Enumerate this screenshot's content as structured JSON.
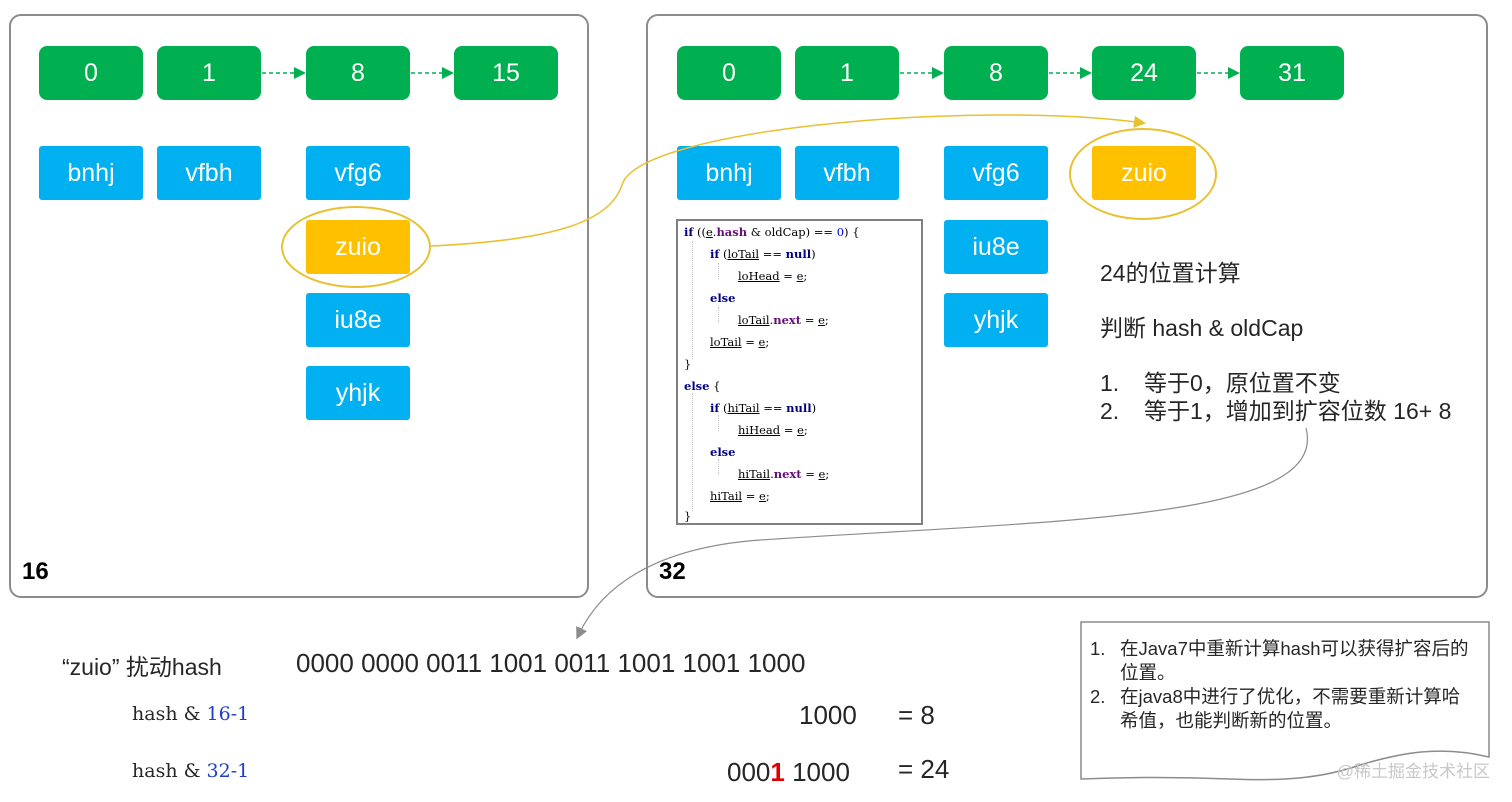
{
  "left_panel": {
    "label": "16",
    "buckets": [
      "0",
      "1",
      "8",
      "15"
    ],
    "nodes": [
      "bnhj",
      "vfbh",
      "vfg6",
      "zuio",
      "iu8e",
      "yhjk"
    ]
  },
  "right_panel": {
    "label": "32",
    "buckets": [
      "0",
      "1",
      "8",
      "24",
      "31"
    ],
    "nodes": [
      "bnhj",
      "vfbh",
      "vfg6",
      "iu8e",
      "yhjk",
      "zuio"
    ],
    "explain": {
      "title": "24的位置计算",
      "subtitle": "判断 hash & oldCap",
      "items": [
        {
          "n": "1.",
          "text": "等于0，原位置不变"
        },
        {
          "n": "2.",
          "text": "等于1，增加到扩容位数 16+ 8"
        }
      ]
    }
  },
  "code": {
    "if_kw": "if",
    "else_kw": "else",
    "null_kw": "null",
    "next_fld": "next",
    "hash_fld": "hash",
    "e": "e",
    "oldCap": "oldCap",
    "zero": "0",
    "loTail": "loTail",
    "loHead": "loHead",
    "hiTail": "hiTail",
    "hiHead": "hiHead"
  },
  "hash_calc": {
    "label": "“zuio”  扰动hash",
    "binary": "0000 0000 0011 1001 0011 1001 1001 1000",
    "row1": {
      "prefix": "hash & ",
      "mask": "16-1",
      "bits": "1000",
      "result": "= 8"
    },
    "row2": {
      "prefix": "hash & ",
      "mask": "32-1",
      "bits_a": "000",
      "bits_b": "1",
      "bits_c": " 1000",
      "result": "= 24"
    }
  },
  "note": {
    "items": [
      {
        "n": "1.",
        "text": "在Java7中重新计算hash可以获得扩容后的位置。"
      },
      {
        "n": "2.",
        "text": "在java8中进行了优化，不需要重新计算哈希值，也能判断新的位置。"
      }
    ]
  },
  "watermark": "@稀土掘金技术社区",
  "colors": {
    "bucket": "#00b050",
    "node": "#00b0f0",
    "highlight": "#ffc000",
    "ring": "#e8c030"
  }
}
